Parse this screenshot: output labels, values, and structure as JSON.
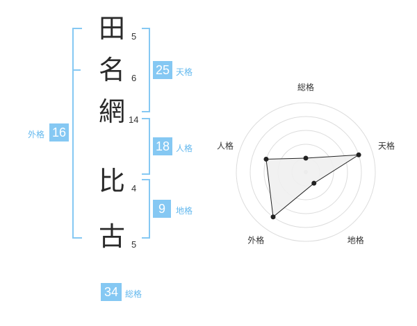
{
  "name": {
    "chars": [
      {
        "char": "田",
        "strokes": "5"
      },
      {
        "char": "名",
        "strokes": "6"
      },
      {
        "char": "網",
        "strokes": "14"
      },
      {
        "char": "比",
        "strokes": "4"
      },
      {
        "char": "古",
        "strokes": "5"
      }
    ]
  },
  "kaku": {
    "ten": {
      "value": "25",
      "label": "天格"
    },
    "jin": {
      "value": "18",
      "label": "人格"
    },
    "chi": {
      "value": "9",
      "label": "地格"
    },
    "gai": {
      "value": "16",
      "label": "外格"
    },
    "sou": {
      "value": "34",
      "label": "総格"
    }
  },
  "colors": {
    "accent": "#85c8f3",
    "label": "#63b8ee"
  },
  "chart_data": {
    "type": "radar",
    "axes": [
      "総格",
      "天格",
      "地格",
      "外格",
      "人格"
    ],
    "rings": 5,
    "max": 5,
    "values": [
      1,
      4,
      1,
      4,
      3
    ]
  }
}
